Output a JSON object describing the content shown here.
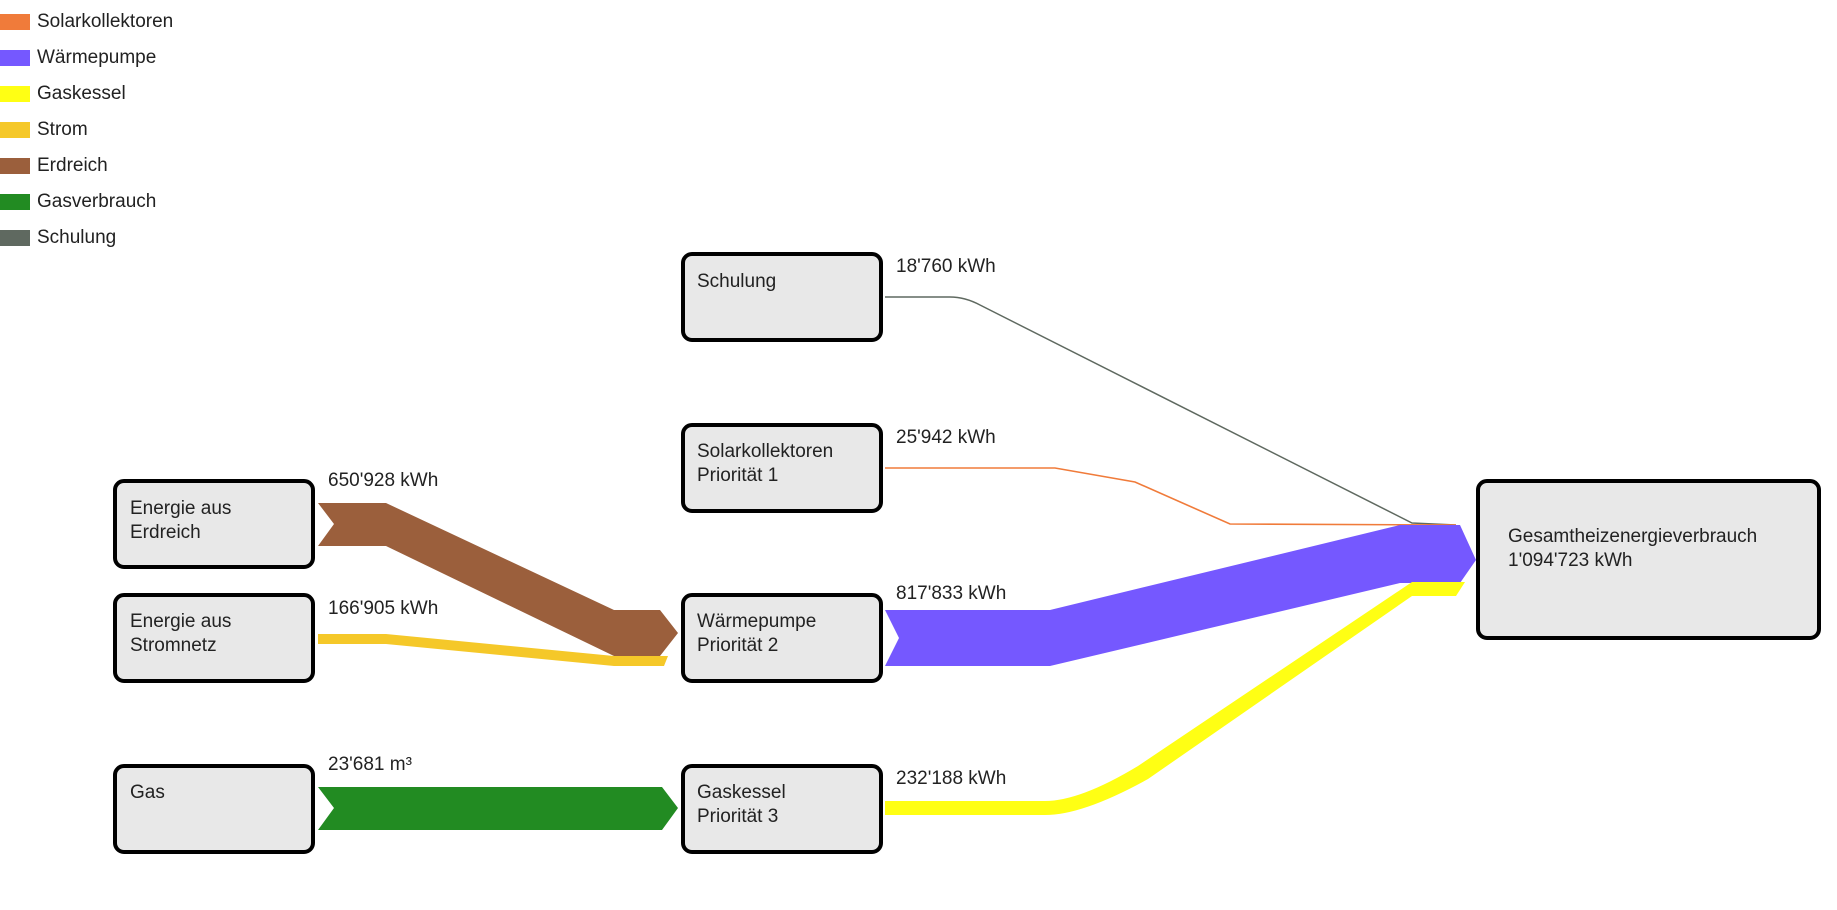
{
  "legend": [
    {
      "label": "Solarkollektoren",
      "color": "#f07b3a"
    },
    {
      "label": "Wärmepumpe",
      "color": "#7558ff"
    },
    {
      "label": "Gaskessel",
      "color": "#ffff14"
    },
    {
      "label": "Strom",
      "color": "#f5c829"
    },
    {
      "label": "Erdreich",
      "color": "#9b5f3c"
    },
    {
      "label": "Gasverbrauch",
      "color": "#228b22"
    },
    {
      "label": "Schulung",
      "color": "#5f6960"
    }
  ],
  "nodes": {
    "erdreich": [
      "Energie aus",
      "Erdreich"
    ],
    "stromnetz": [
      "Energie aus",
      "Stromnetz"
    ],
    "gas": [
      "Gas"
    ],
    "schulung": [
      "Schulung"
    ],
    "solar": [
      "Solarkollektoren",
      "Priorität 1"
    ],
    "waermepumpe": [
      "Wärmepumpe",
      "Priorität 2"
    ],
    "gaskessel": [
      "Gaskessel",
      "Priorität 3"
    ],
    "gesamt": [
      "Gesamtheizenergieverbrauch",
      "1'094'723 kWh"
    ]
  },
  "flows": {
    "erdreich": "650'928 kWh",
    "strom": "166'905 kWh",
    "gas": "23'681 m³",
    "schulung": "18'760 kWh",
    "solar": "25'942 kWh",
    "waermepumpe": "817'833 kWh",
    "gaskessel": "232'188 kWh"
  },
  "colors": {
    "node_fill": "#e8e8e8",
    "node_stroke": "#000000"
  }
}
